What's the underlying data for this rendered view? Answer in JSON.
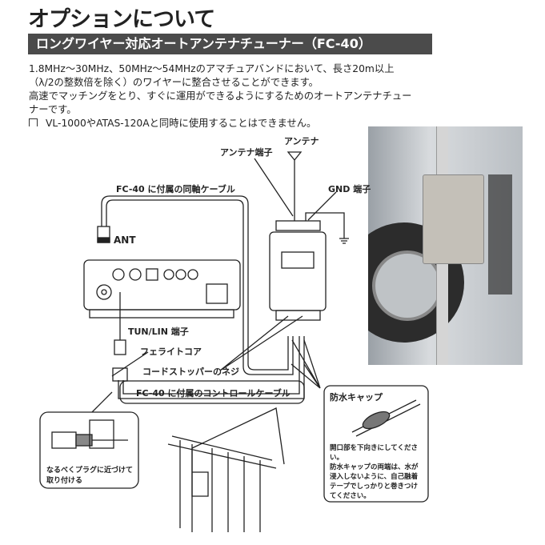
{
  "title": "オプションについて",
  "section": "ロングワイヤー対応オートアンテナチューナー（FC-40）",
  "body": [
    "1.8MHz～30MHz、50MHz～54MHzのアマチュアバンドにおいて、長さ20m以上",
    "（λ/2の整数倍を除く）のワイヤーに整合させることができます。",
    "高速でマッチングをとり、すぐに運用ができるようにするためのオートアンテナチュー",
    "ナーです。"
  ],
  "note": "VL-1000やATAS-120Aと同時に使用することはできません。",
  "diagram": {
    "antenna": "アンテナ",
    "antenna_terminal": "アンテナ端子",
    "gnd_terminal": "GND 端子",
    "coax_cable": "FC-40 に付属の同軸ケーブル",
    "ant": "ANT",
    "tun_lin": "TUN/LIN 端子",
    "ferrite_core": "フェライトコア",
    "cord_stopper": "コードストッパーのネジ",
    "control_cable": "FC-40 に付属のコントロールケーブル",
    "ferrite_tip": [
      "なるべくプラグに近づけて",
      "取り付ける"
    ],
    "waterproof_cap": "防水キャップ",
    "cap_note": [
      "開口部を下向きにしてくださ",
      "い。",
      "防水キャップの両端は、水が",
      "浸入しないように、自己融着",
      "テープでしっかりと巻きつけ",
      "てください。"
    ]
  }
}
